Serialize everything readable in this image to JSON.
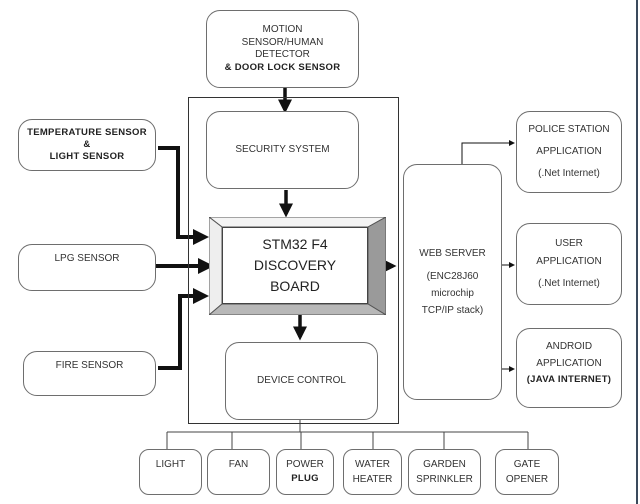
{
  "diagram": {
    "type": "block-diagram",
    "title": "",
    "inputs": {
      "motion_sensor": [
        "MOTION",
        "SENSOR/HUMAN",
        "DETECTOR",
        "& DOOR LOCK SENSOR"
      ],
      "temperature_sensor": [
        "TEMPERATURE SENSOR",
        "&",
        "LIGHT SENSOR"
      ],
      "lpg_sensor": [
        "LPG SENSOR"
      ],
      "fire_sensor": [
        "FIRE SENSOR"
      ]
    },
    "security_system": "SECURITY SYSTEM",
    "controller": [
      "STM32 F4",
      "DISCOVERY",
      "BOARD"
    ],
    "device_control": "DEVICE CONTROL",
    "web_server": [
      "WEB SERVER",
      "(ENC28J60",
      "microchip",
      "TCP/IP stack)"
    ],
    "applications": {
      "police": [
        "POLICE STATION",
        "APPLICATION",
        "(.Net Internet)"
      ],
      "user": [
        "USER",
        "APPLICATION",
        "(.Net Internet)"
      ],
      "android": [
        "ANDROID",
        "APPLICATION",
        "(JAVA INTERNET)"
      ]
    },
    "devices": {
      "light": [
        "LIGHT"
      ],
      "fan": [
        "FAN"
      ],
      "power_plug": [
        "POWER",
        "PLUG"
      ],
      "water_heater": [
        "WATER",
        "HEATER"
      ],
      "garden_sprinkler": [
        "GARDEN",
        "SPRINKLER"
      ],
      "gate_opener": [
        "GATE",
        "OPENER"
      ]
    },
    "connections": [
      {
        "from": "MOTION SENSOR/HUMAN DETECTOR & DOOR LOCK SENSOR",
        "to": "SECURITY SYSTEM"
      },
      {
        "from": "SECURITY SYSTEM",
        "to": "STM32 F4 DISCOVERY BOARD"
      },
      {
        "from": "TEMPERATURE SENSOR & LIGHT SENSOR",
        "to": "STM32 F4 DISCOVERY BOARD"
      },
      {
        "from": "LPG SENSOR",
        "to": "STM32 F4 DISCOVERY BOARD"
      },
      {
        "from": "FIRE SENSOR",
        "to": "STM32 F4 DISCOVERY BOARD"
      },
      {
        "from": "STM32 F4 DISCOVERY BOARD",
        "to": "WEB SERVER"
      },
      {
        "from": "STM32 F4 DISCOVERY BOARD",
        "to": "DEVICE CONTROL"
      },
      {
        "from": "WEB SERVER",
        "to": "POLICE STATION APPLICATION"
      },
      {
        "from": "WEB SERVER",
        "to": "USER APPLICATION"
      },
      {
        "from": "WEB SERVER",
        "to": "ANDROID APPLICATION"
      },
      {
        "from": "DEVICE CONTROL",
        "to": "LIGHT"
      },
      {
        "from": "DEVICE CONTROL",
        "to": "FAN"
      },
      {
        "from": "DEVICE CONTROL",
        "to": "POWER PLUG"
      },
      {
        "from": "DEVICE CONTROL",
        "to": "WATER HEATER"
      },
      {
        "from": "DEVICE CONTROL",
        "to": "GARDEN SPRINKLER"
      },
      {
        "from": "DEVICE CONTROL",
        "to": "GATE OPENER"
      }
    ]
  }
}
